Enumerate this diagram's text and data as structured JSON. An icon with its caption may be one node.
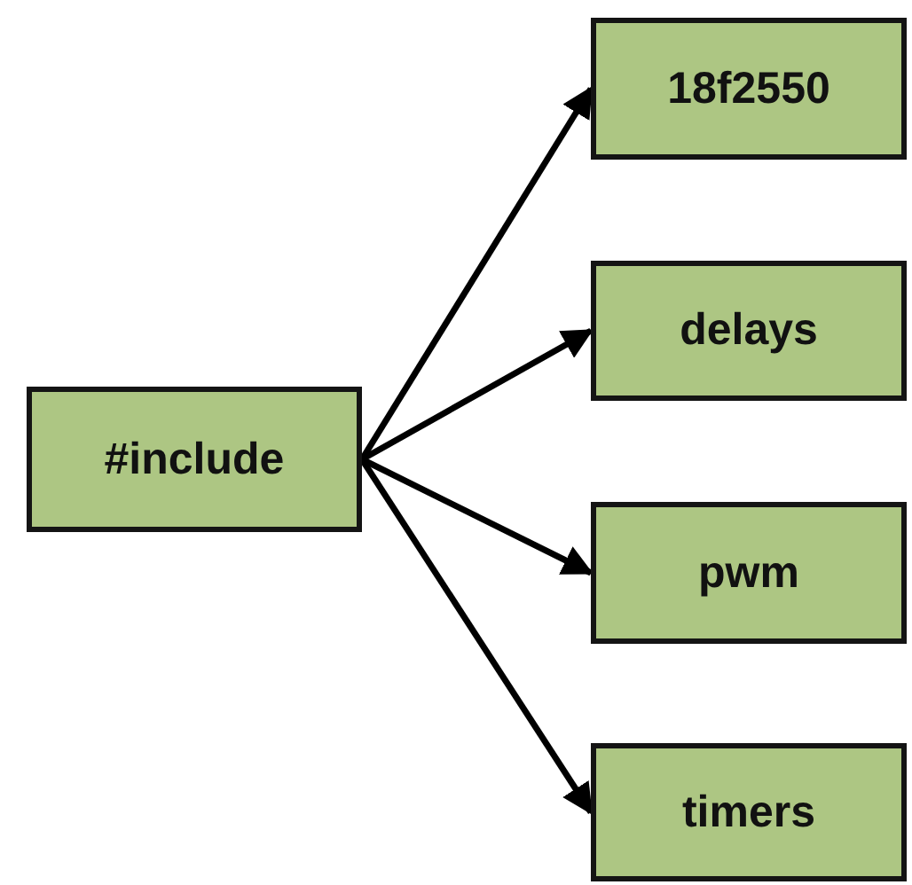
{
  "diagram": {
    "nodes": [
      {
        "text": [
          "#include"
        ]
      },
      {
        "text": [
          "18f2550"
        ]
      },
      {
        "text": [
          "delays"
        ]
      },
      {
        "text": [
          "pwm"
        ]
      },
      {
        "text": [
          "timers"
        ]
      }
    ],
    "edges": [
      {
        "from": 0,
        "to": 1,
        "arrow": "to"
      },
      {
        "from": 0,
        "to": 2,
        "arrow": "to"
      },
      {
        "from": 0,
        "to": 3,
        "arrow": "to"
      },
      {
        "from": 0,
        "to": 4,
        "arrow": "to"
      }
    ]
  }
}
